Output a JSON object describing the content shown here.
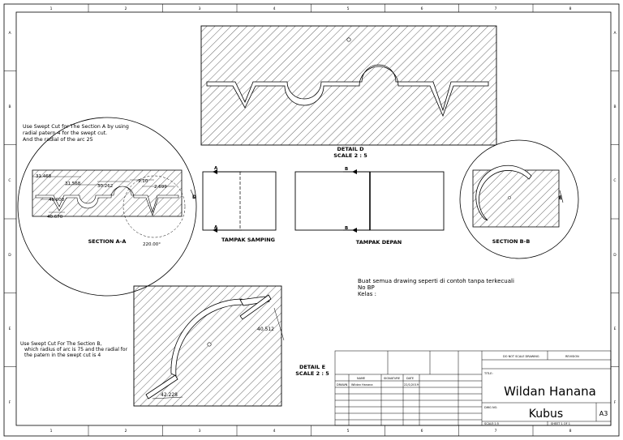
{
  "border": {
    "columns": [
      "1",
      "2",
      "3",
      "4",
      "5",
      "6",
      "7",
      "8"
    ],
    "rows": [
      "A",
      "B",
      "C",
      "D",
      "E",
      "F"
    ]
  },
  "detail_d": {
    "title": "DETAIL D",
    "scale": "SCALE 2 : 5"
  },
  "detail_e": {
    "title": "DETAIL E",
    "scale": "SCALE 2 : 5",
    "dim_a": "40.512",
    "dim_b": "42.228"
  },
  "section_a": {
    "title": "SECTION A-A",
    "note_lines": [
      "Use Swept Cut for The Section A by using",
      "radial patern 4 for the swept cut.",
      "And the radial of the arc 25"
    ],
    "dims": [
      "31.468",
      "31.568",
      "30.262",
      "9.10",
      "2.699",
      "40.000",
      "40.670",
      "220.00°"
    ],
    "marker": "D"
  },
  "views": {
    "side": {
      "title": "TAMPAK SAMPING",
      "arrow_label": "A"
    },
    "front": {
      "title": "TAMPAK DEPAN",
      "arrow_label": "B"
    }
  },
  "section_b": {
    "title": "SECTION B-B",
    "marker": "E"
  },
  "instructions": [
    "Buat semua drawing seperti di contoh tanpa terkecuali",
    "No BP",
    "Kelas :"
  ],
  "note_b": [
    "Use Swept Cut For The Section B,",
    "which radius of arc is 75 and the radial for",
    "the patern in the swept cut is 4"
  ],
  "title_block": {
    "do_not_scale": "DO NOT SCALE DRAWING",
    "revision": "REVISION",
    "name_header": "NAME",
    "signature_header": "SIGNATURE",
    "date_header": "DATE",
    "drawn_label": "DRAWN",
    "drawn_name": "Wildan Hanana",
    "drawn_date": "22/1/2019",
    "title_label": "TITLE:",
    "title_value": "Wildan Hanana",
    "dwg_label": "DWG NO.",
    "dwg_value": "Kubus",
    "size": "A3",
    "scale": "SCALE:1:5",
    "sheet": "SHEET 1 OF 1"
  },
  "colors": {
    "line": "#000000",
    "hatch": "#444444",
    "paper": "#ffffff"
  }
}
